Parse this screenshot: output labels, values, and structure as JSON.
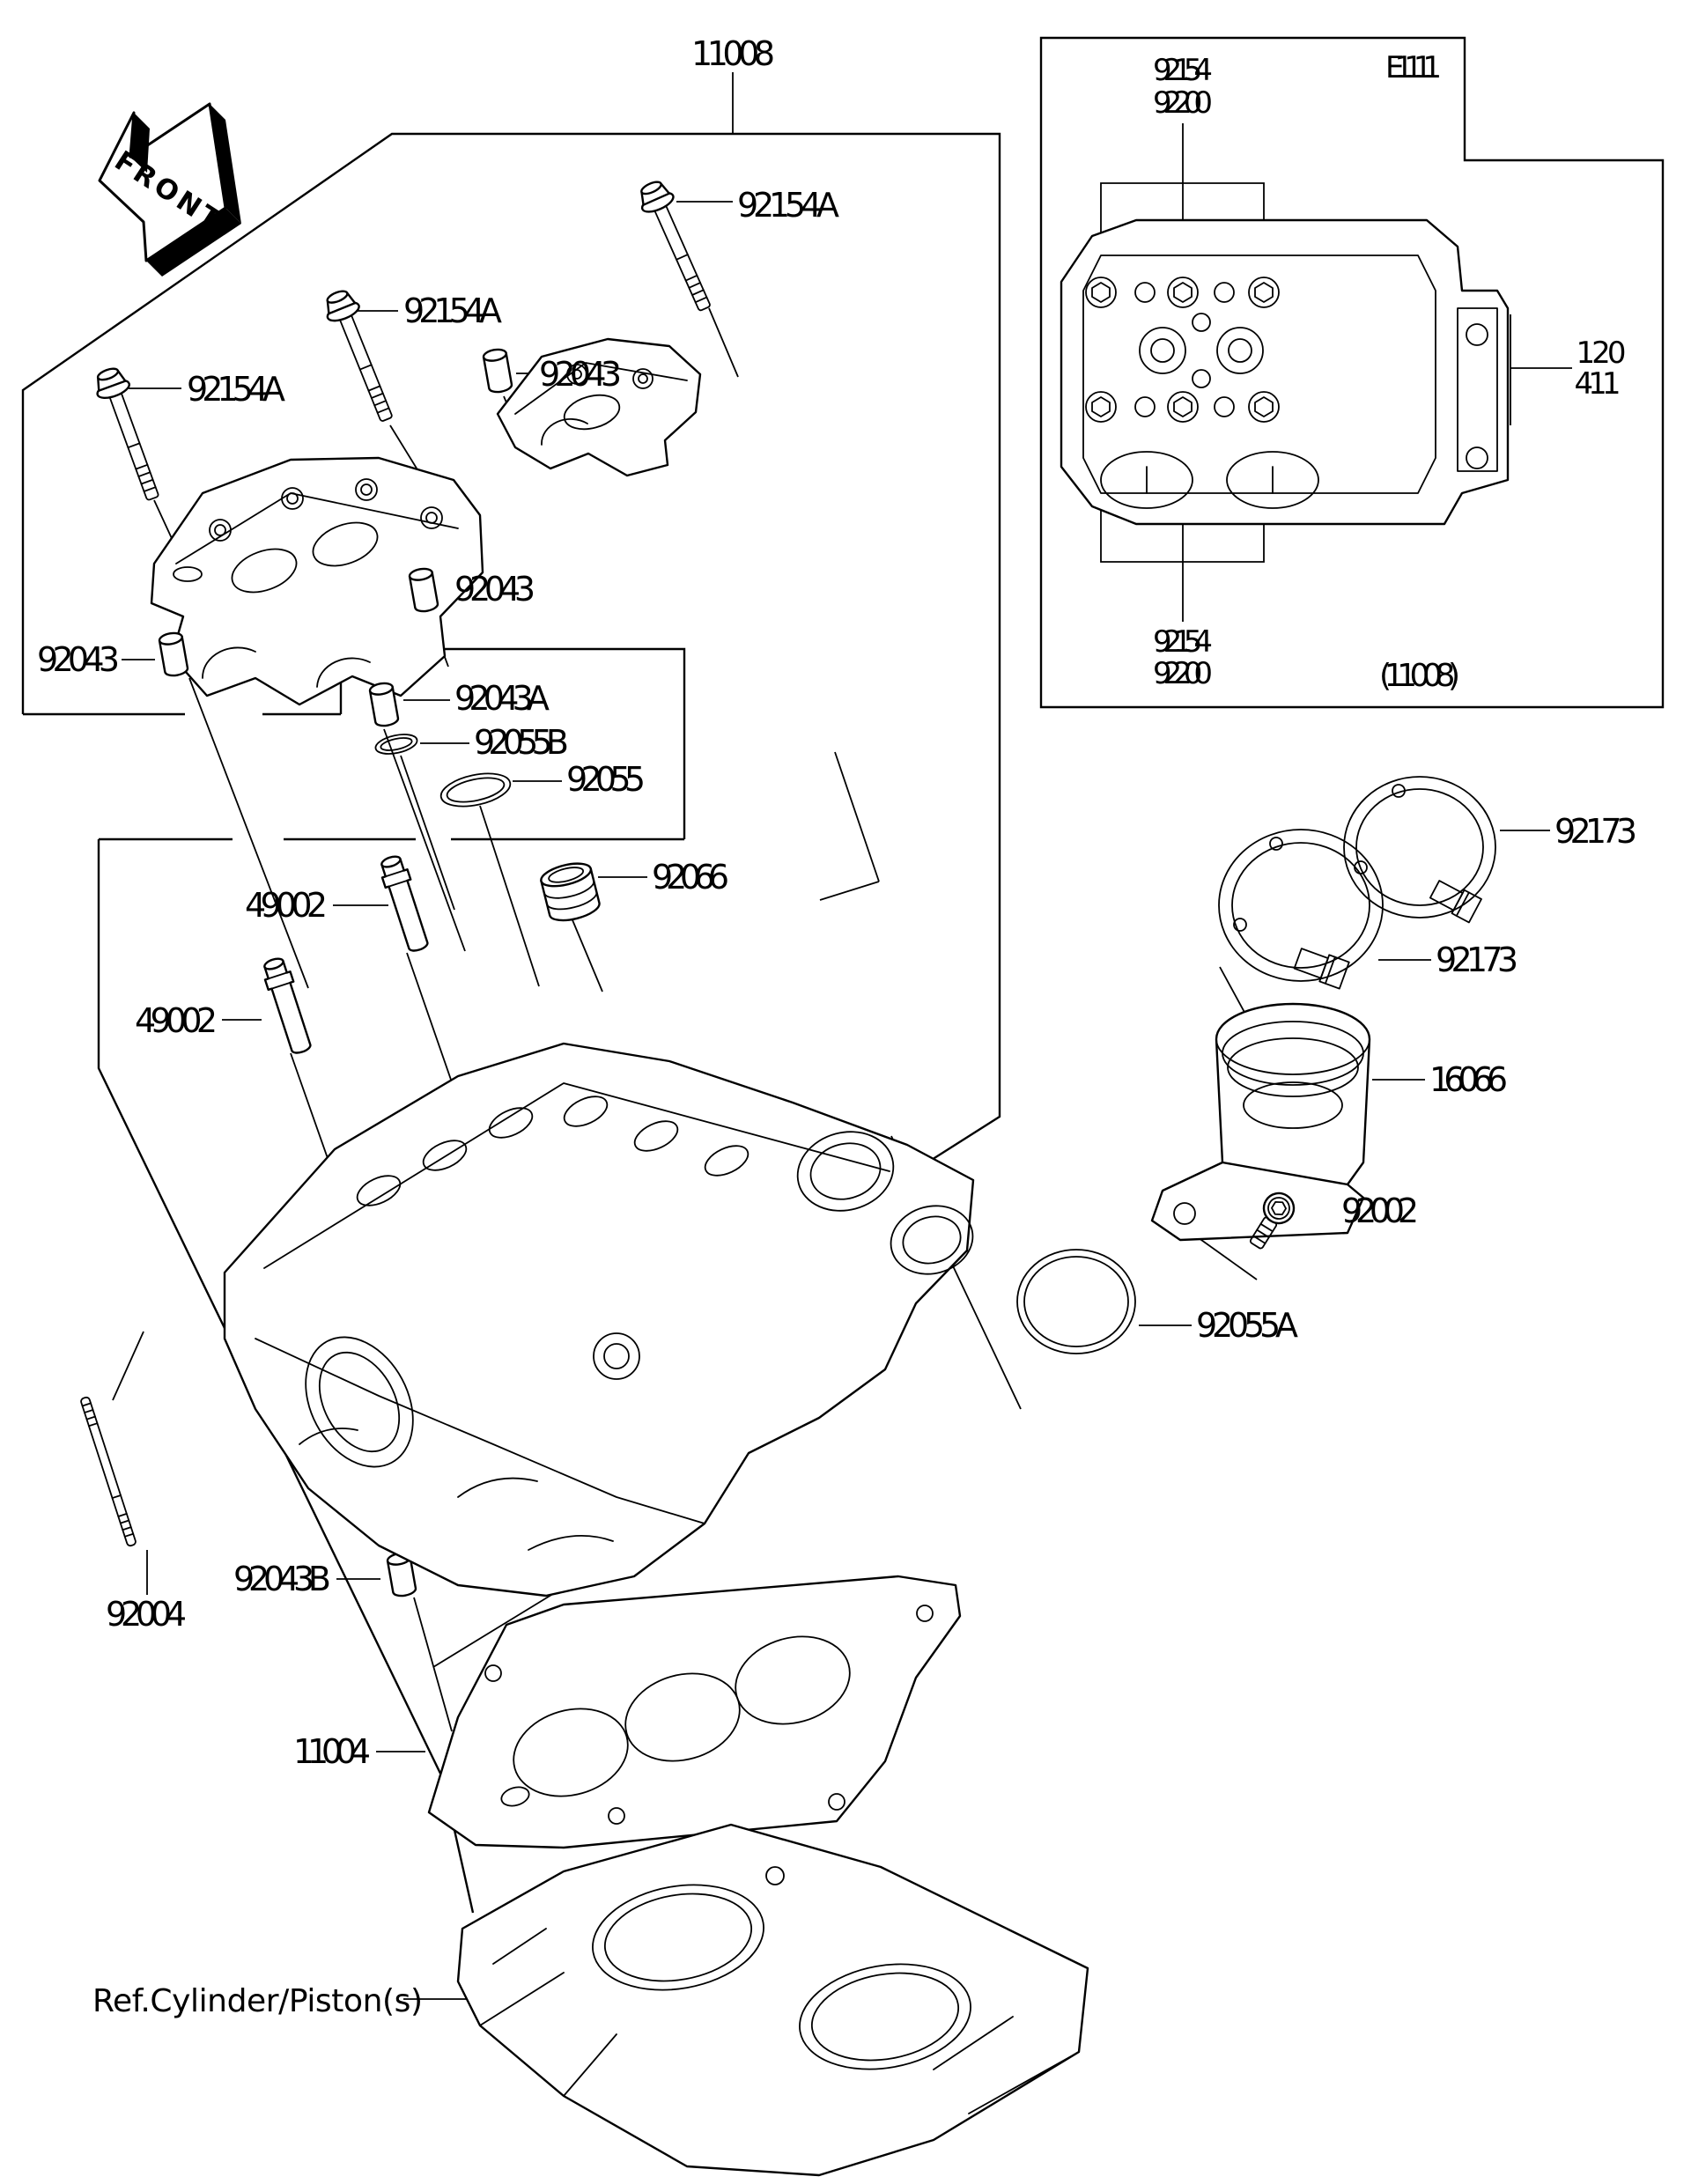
{
  "front_marker": {
    "label": "FRONT"
  },
  "parts": {
    "cover_group": "11008",
    "flange_bolt": "92154A",
    "pin": "92043",
    "pin_a": "92043A",
    "pin_b": "92043B",
    "oring_small": "92055B",
    "oring": "92055",
    "oring_a": "92055A",
    "plug": "92066",
    "valve_guide": "49002",
    "stud": "92004",
    "gasket": "11004",
    "clamp": "92173",
    "holder": "16066",
    "socket_bolt": "92002",
    "ref_note": "Ref.Cylinder/Piston(s)"
  },
  "inset": {
    "bolts_line1": "92154",
    "bolts_line2": "92200",
    "diagram_code": "E1111",
    "head_part_line1": "120",
    "head_part_line2": "411",
    "group_ref": "(11008)"
  }
}
